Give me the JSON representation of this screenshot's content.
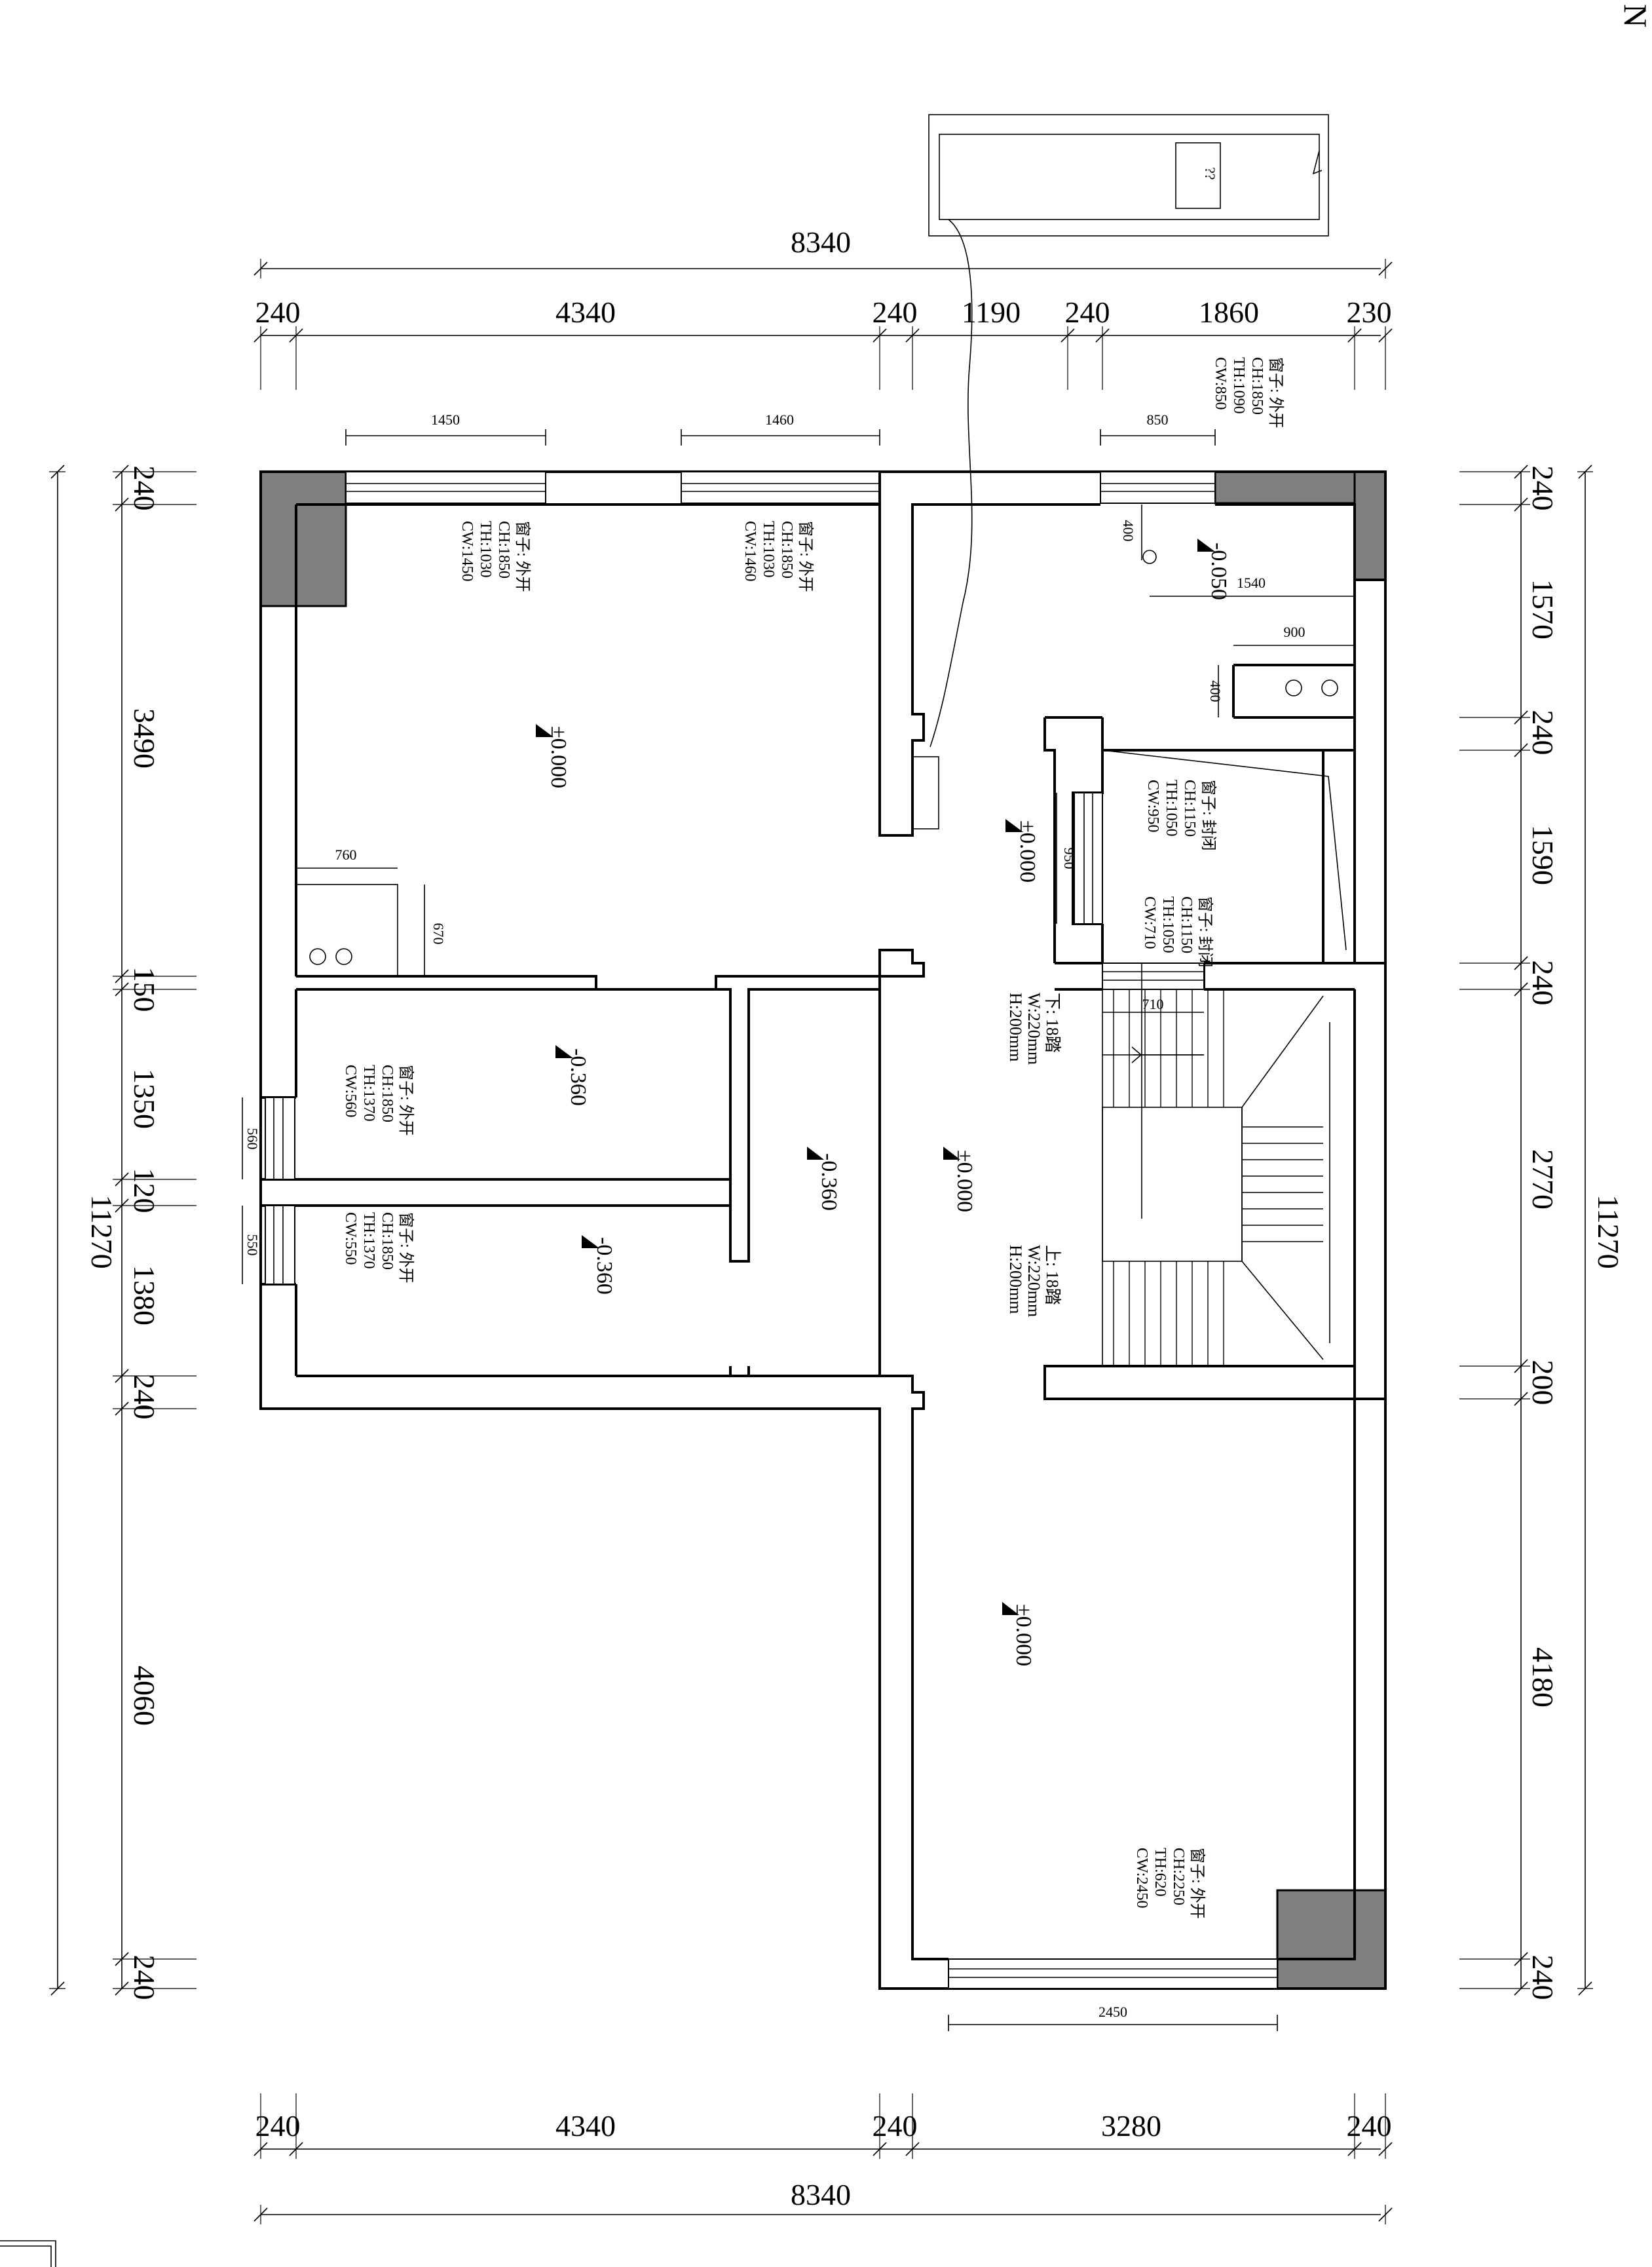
{
  "north": "N",
  "tank_label": "??",
  "dims_top_total": "8340",
  "dims_top": [
    "240",
    "4340",
    "240",
    "1190",
    "240",
    "1860",
    "230"
  ],
  "dims_bottom_total": "8340",
  "dims_bottom": [
    "240",
    "4340",
    "240",
    "3280",
    "240"
  ],
  "dims_left_total": "11270",
  "dims_left": [
    "240",
    "3490",
    "150",
    "1350",
    "120",
    "1380",
    "240",
    "4060",
    "240"
  ],
  "dims_right_total": "11270",
  "dims_right": [
    "240",
    "1570",
    "240",
    "1590",
    "240",
    "2770",
    "200",
    "4180",
    "240"
  ],
  "small_dims": {
    "w1": "1450",
    "w2": "1460",
    "w3": "850",
    "d400a": "400",
    "d1540": "1540",
    "d900": "900",
    "d400b": "400",
    "d760": "760",
    "d670": "670",
    "d950": "950",
    "d710": "710",
    "d560": "560",
    "d550": "550",
    "d2450": "2450"
  },
  "notes": {
    "w1": [
      "窗子: 外开",
      "CH:1850",
      "TH:1030",
      "CW:1450"
    ],
    "w2": [
      "窗子: 外开",
      "CH:1850",
      "TH:1030",
      "CW:1460"
    ],
    "w3": [
      "窗子: 外开",
      "CH:1850",
      "TH:1090",
      "CW:850"
    ],
    "w4": [
      "窗子: 封闭",
      "CH:1150",
      "TH:1050",
      "CW:950"
    ],
    "w5": [
      "窗子: 封闭",
      "CH:1150",
      "TH:1050",
      "CW:710"
    ],
    "w6": [
      "窗子: 外开",
      "CH:1850",
      "TH:1370",
      "CW:560"
    ],
    "w7": [
      "窗子: 外开",
      "CH:1850",
      "TH:1370",
      "CW:550"
    ],
    "w8": [
      "窗子: 外开",
      "CH:2250",
      "TH:620",
      "CW:2450"
    ]
  },
  "levels": {
    "l1": "±0.000",
    "l2": "-0.050",
    "l3": "±0.000",
    "l4": "-0.360",
    "l5": "-0.360",
    "l6": "±0.000",
    "l7": "-0.360",
    "l8": "±0.000"
  },
  "stairs": {
    "down": [
      "下: 18踏",
      "W:220mm",
      "H:200mm"
    ],
    "up": [
      "上: 18踏",
      "W:220mm",
      "H:200mm"
    ]
  }
}
